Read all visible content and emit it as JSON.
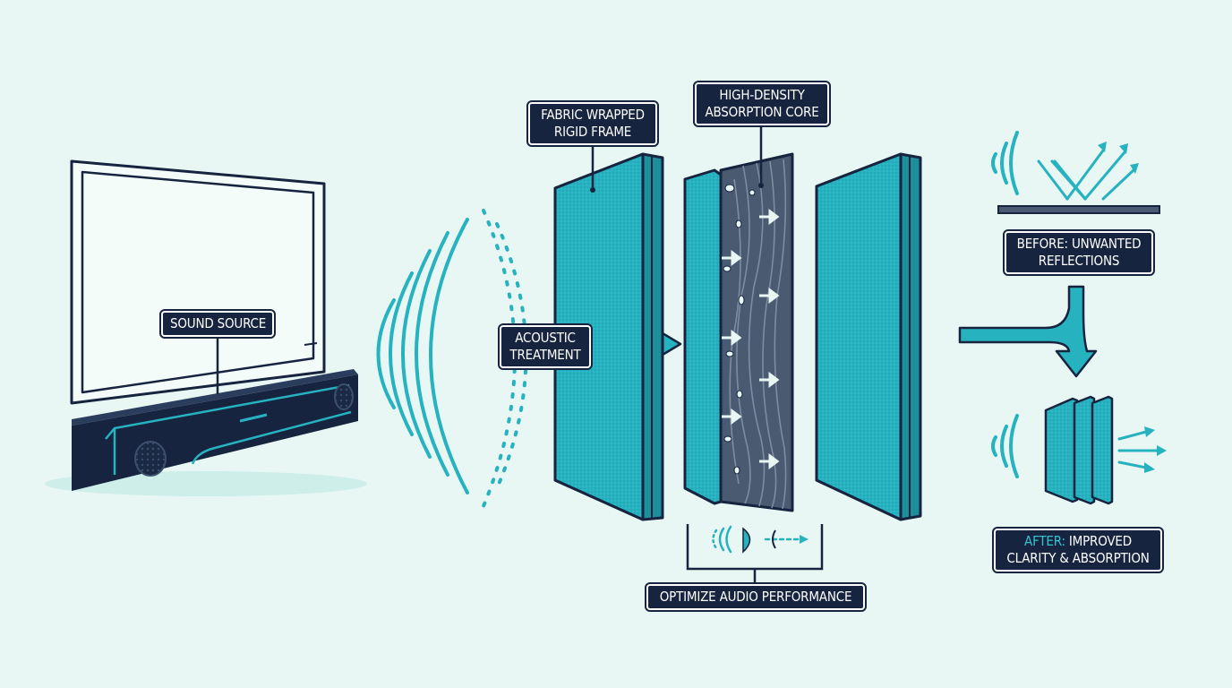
{
  "labels": {
    "sound_source": "SOUND SOURCE",
    "acoustic_treatment": [
      "ACOUSTIC",
      "TREATMENT"
    ],
    "fabric_frame": [
      "FABRIC WRAPPED",
      "RIGID FRAME"
    ],
    "absorption_core": [
      "HIGH-DENSITY",
      "ABSORPTION CORE"
    ],
    "optimize": "OPTIMIZE AUDIO PERFORMANCE",
    "before": [
      "BEFORE: UNWANTED",
      "REFLECTIONS"
    ],
    "after_prefix": "AFTER:",
    "after": [
      " IMPROVED",
      "CLARITY & ABSORPTION"
    ]
  },
  "colors": {
    "navy": "#16243f",
    "teal": "#27b2c0",
    "teal_light": "#35c2d1",
    "background": "#e9f7f4"
  },
  "icons": [
    "tv-icon",
    "soundbar-icon",
    "sound-wave-icon",
    "acoustic-panel-icon",
    "arrow-icon",
    "reflection-icon"
  ]
}
